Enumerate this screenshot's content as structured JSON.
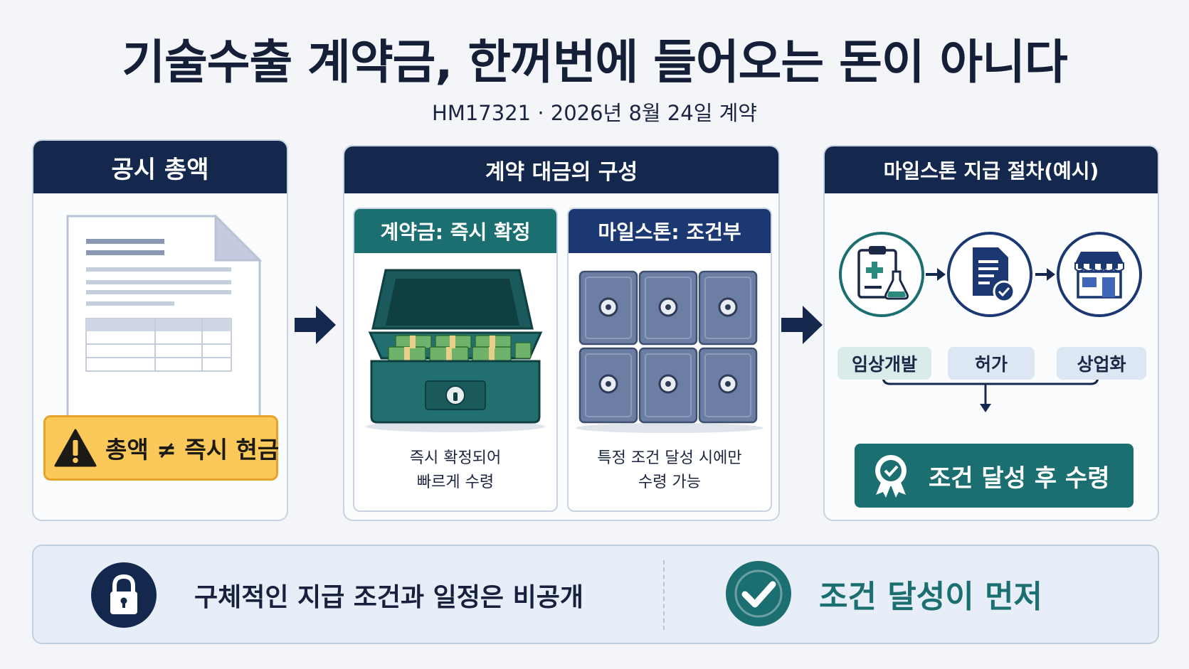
{
  "header": {
    "title": "기술수출 계약금, 한꺼번에 들어오는 돈이 아니다",
    "subtitle": "HM17321 · 2026년 8월 24일 계약"
  },
  "panel_total": {
    "title": "공시 총액",
    "document_icon": "document-icon",
    "warning": "총액 ≠ 즉시 현금",
    "warning_icon": "warning-icon"
  },
  "panel_composition": {
    "title": "계약 대금의 구성",
    "upfront": {
      "title": "계약금: 즉시 확정",
      "icon": "cash-chest-icon",
      "caption_line1": "즉시 확정되어",
      "caption_line2": "빠르게 수령"
    },
    "milestone": {
      "title": "마일스톤: 조건부",
      "icon": "safe-vaults-icon",
      "caption_line1": "특정 조건 달성 시에만",
      "caption_line2": "수령 가능"
    }
  },
  "panel_process": {
    "title": "마일스톤 지급 절차(예시)",
    "steps": [
      {
        "label": "임상개발",
        "icon": "clinical-clipboard-icon"
      },
      {
        "label": "허가",
        "icon": "approval-document-icon"
      },
      {
        "label": "상업화",
        "icon": "storefront-icon"
      }
    ],
    "result": "조건 달성 후 수령",
    "result_icon": "award-badge-icon"
  },
  "footer": {
    "left": "구체적인 지급 조건과 일정은 비공개",
    "left_icon": "lock-icon",
    "right": "조건 달성이 먼저",
    "right_icon": "checkmark-icon"
  },
  "colors": {
    "navy": "#14284e",
    "teal": "#1c6f70",
    "warning": "#fbc95a",
    "background": "#f3f5f9"
  }
}
